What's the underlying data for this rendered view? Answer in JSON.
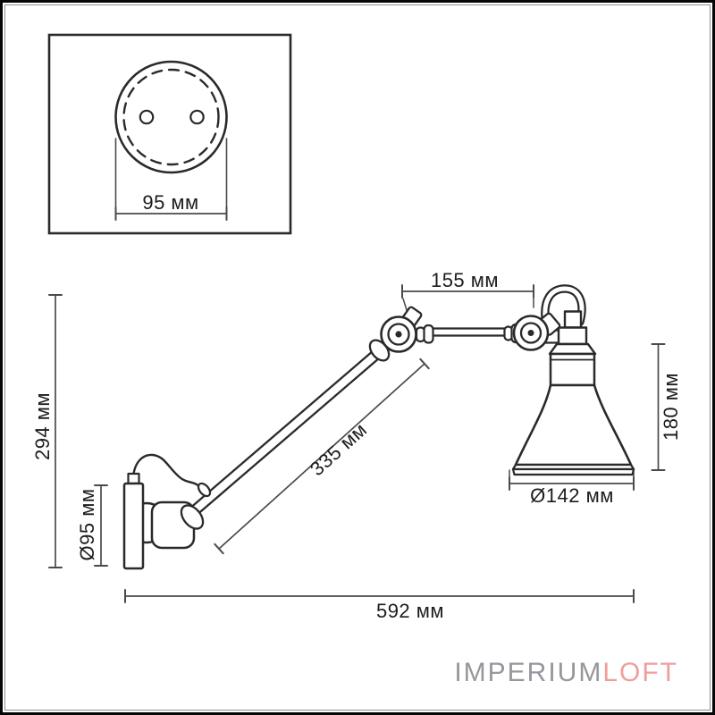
{
  "detail_view": {
    "plate_width_label": "95 мм"
  },
  "dimensions": {
    "upper_arm_length": "155 мм",
    "overall_height": "294 мм",
    "mount_plate_diameter": "Ø95 мм",
    "main_arm_length": "335 мм",
    "shade_height": "180 мм",
    "shade_diameter": "Ø142 мм",
    "overall_width": "592 мм"
  },
  "branding": {
    "name_gray": "IMPERIUM",
    "name_accent": "LOFT"
  },
  "colors": {
    "drawing_line": "#2a2a2a",
    "dimension_line": "#4a4a4a",
    "label_text": "#1c1c1c",
    "brand_gray": "#96969c",
    "brand_accent": "#ef9e9e",
    "background": "#ffffff"
  }
}
